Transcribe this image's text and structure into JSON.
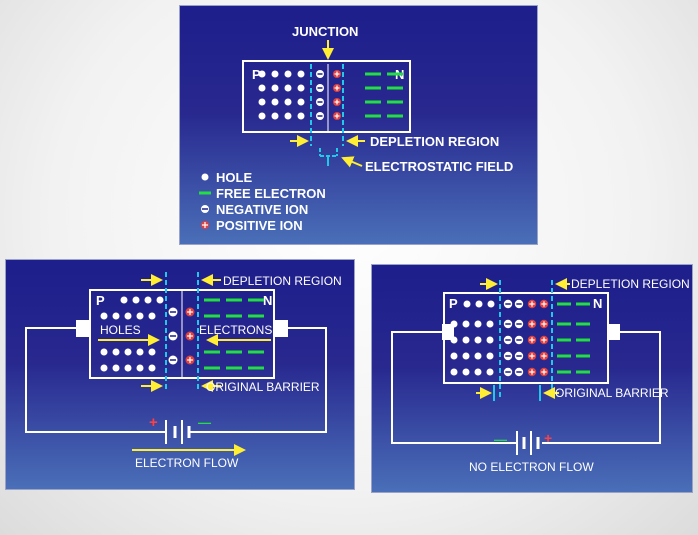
{
  "top_panel": {
    "junction_label": "JUNCTION",
    "p_label": "P",
    "n_label": "N",
    "depletion_label": "DEPLETION REGION",
    "field_label": "ELECTROSTATIC FIELD",
    "legend": [
      {
        "symbol": "hole",
        "label": "HOLE"
      },
      {
        "symbol": "free-electron",
        "label": "FREE ELECTRON"
      },
      {
        "symbol": "negative-ion",
        "label": "NEGATIVE ION"
      },
      {
        "symbol": "positive-ion",
        "label": "POSITIVE ION"
      }
    ]
  },
  "left_panel": {
    "p_label": "P",
    "n_label": "N",
    "holes_label": "HOLES",
    "electrons_label": "ELECTRONS",
    "depletion_label": "DEPLETION REGION",
    "barrier_label": "ORIGINAL BARRIER",
    "plus": "+",
    "minus": "—",
    "flow_label": "ELECTRON FLOW"
  },
  "right_panel": {
    "p_label": "P",
    "n_label": "N",
    "depletion_label": "DEPLETION REGION",
    "barrier_label": "ORIGINAL BARRIER",
    "plus": "+",
    "minus": "—",
    "flow_label": "NO ELECTRON FLOW"
  },
  "colors": {
    "panel_top": "#1e1e8c",
    "panel_bottom": "#4a6fb8",
    "electron": "#22dd44",
    "arrow": "#ffee33",
    "boundary": "#22c8e8",
    "positive_ion": "#e04040",
    "plus_sign": "#ff4040"
  }
}
